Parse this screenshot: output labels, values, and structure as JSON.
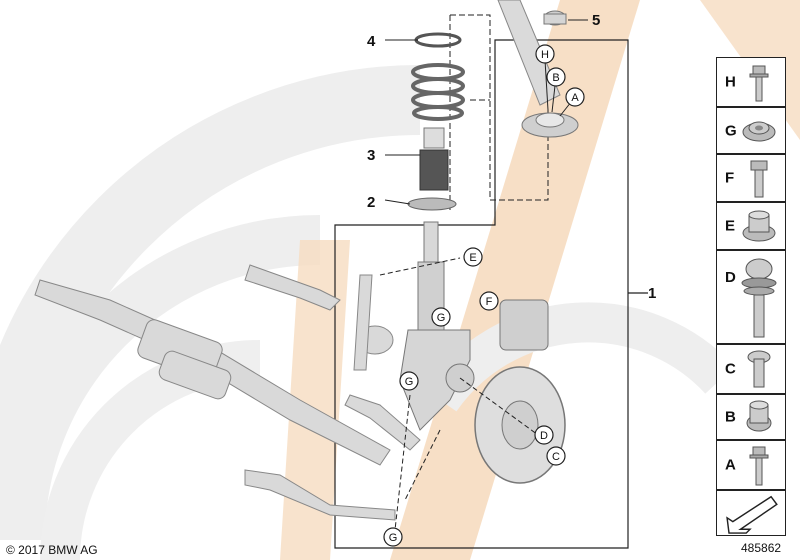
{
  "diagram": {
    "parts": [
      {
        "id": "part-1",
        "label": "1"
      },
      {
        "id": "part-2",
        "label": "2"
      },
      {
        "id": "part-3",
        "label": "3"
      },
      {
        "id": "part-4",
        "label": "4"
      },
      {
        "id": "part-5",
        "label": "5"
      }
    ],
    "callouts": {
      "top_h": "H",
      "top_b": "B",
      "top_a": "A",
      "e": "E",
      "f": "F",
      "g_upper": "G",
      "g_mid": "G",
      "g_bottom": "G",
      "d": "D",
      "c": "C"
    },
    "fastener_panel": [
      {
        "letter": "H",
        "icon": "flange-bolt-icon"
      },
      {
        "letter": "G",
        "icon": "self-locking-nut-icon"
      },
      {
        "letter": "F",
        "icon": "hex-bolt-icon"
      },
      {
        "letter": "E",
        "icon": "collar-nut-icon"
      },
      {
        "letter": "D",
        "icon": "bolt-with-washer-icon"
      },
      {
        "letter": "C",
        "icon": "socket-screw-icon"
      },
      {
        "letter": "B",
        "icon": "hex-nut-icon"
      },
      {
        "letter": "A",
        "icon": "flange-bolt-icon"
      }
    ],
    "copyright": "© 2017 BMW AG",
    "image_number": "485862",
    "watermark_color": "#f6dcc0"
  }
}
